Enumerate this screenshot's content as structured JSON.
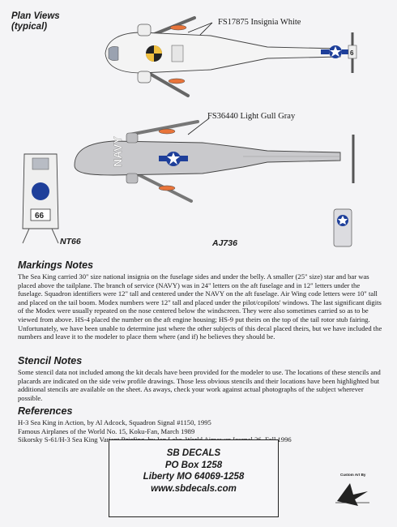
{
  "plan": {
    "title_line1": "Plan Views",
    "title_line2": "(typical)",
    "callout_top": "FS17875  Insignia White",
    "callout_bottom": "FS36440  Light Gull Gray",
    "nose_left_label": "NT66",
    "nose_right_label": "AJ736",
    "navy_text": "NAVY",
    "nose_number": "66",
    "top_tail_number": "6"
  },
  "markings": {
    "title": "Markings Notes",
    "body": "The Sea King carried 30\" size national insignia on the fuselage sides and under the belly. A smaller (25\" size) star and bar was placed above the tailplane. The branch of service (NAVY) was in 24\" letters on the aft fuselage and in 12\" letters under the fuselage. Squadron identifiers were 12\" tall and centered under the NAVY on the aft fuselage. Air Wing code letters were 10\" tall and placed on the tail boom. Modex numbers were 12\" tall and placed under the pilot/copilots' windows. The last significant digits of the Modex were usually repeated on the nose centered below the windscreen. They were also sometimes carried so as to be viewed from above. HS-4 placed the number on the aft engine housing; HS-9 put theirs on the top of the tail rotor stub fairing. Unfortunately, we have been unable to determine just where the other subjects of this decal placed theirs, but we have included the numbers and leave it to the modeler to place them where (and if) he believes they should be."
  },
  "stencil": {
    "title": "Stencil Notes",
    "body": "Some stencil data not included among the kit decals have been provided for the modeler to use. The locations of these stencils and placards are indicated on the side veiw profile drawings. Those less obvious stencils and their locations have been highlighted but additional stencils are available on the sheet. As aways, check your work against actual photographs of the subject wherever possible."
  },
  "references": {
    "title": "References",
    "items": [
      "H-3 Sea King in Action, by Al Adcock, Squadron Signal #1150, 1995",
      "Famous Airplanes of the World No. 15, Koku-Fan, March 1989",
      "Sikorsky S-61/H-3 Sea King Variant Briefing, by Jon Lake, World Airpower Journal 26, Fall 1996"
    ]
  },
  "footer": {
    "company": "SB DECALS",
    "po_box": "PO Box 1258",
    "city": "Liberty MO 64069-1258",
    "website": "www.sbdecals.com",
    "art_credit": "Custom Art By"
  },
  "colors": {
    "insignia_white": "#f7f7f7",
    "light_gull_gray": "#c9c9cc",
    "insignia_blue": "#1e3f9a",
    "insignia_red": "#c82020",
    "flotation_orange": "#e8743a"
  }
}
